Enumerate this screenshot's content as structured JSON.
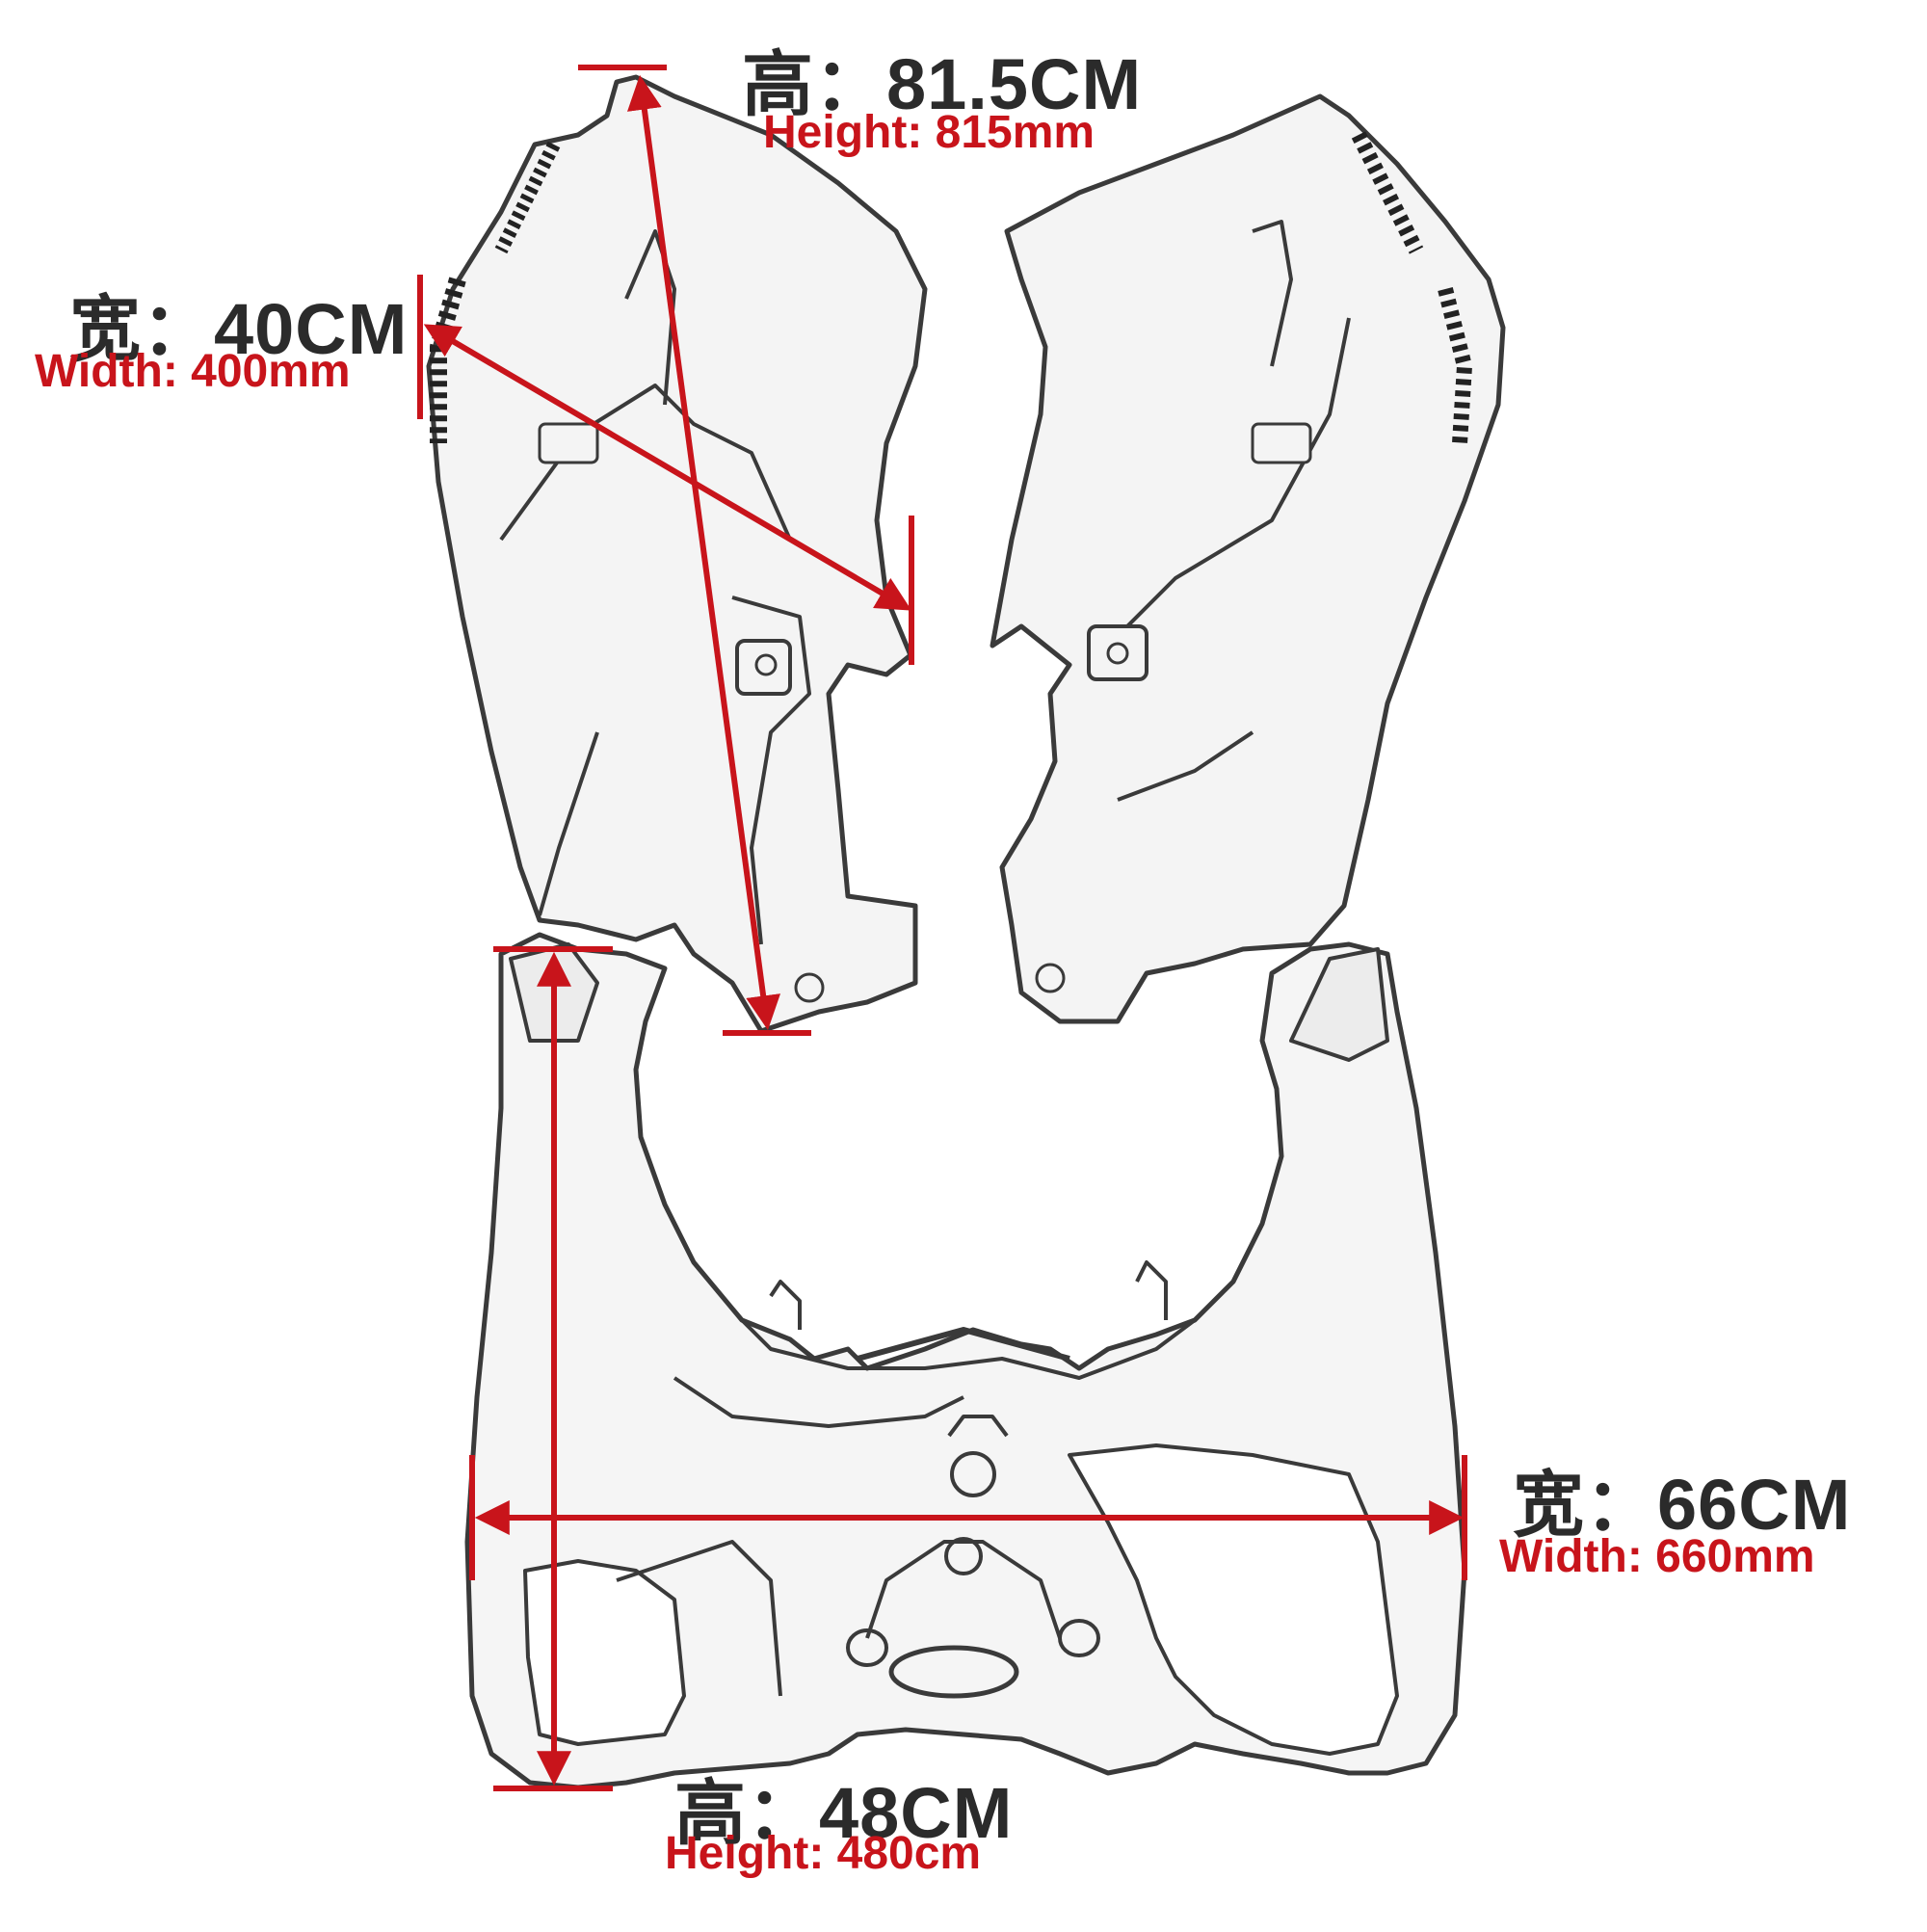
{
  "labels": {
    "top_height": {
      "cn": "高：81.5CM",
      "en": "Height: 815mm"
    },
    "left_width": {
      "cn": "宽：40CM",
      "en": "Width: 400mm"
    },
    "right_width": {
      "cn": "宽：66CM",
      "en": "Width: 660mm"
    },
    "bottom_height": {
      "cn": "高：48CM",
      "en": "Height: 480cm"
    }
  },
  "colors": {
    "dimension_line": "#c8141b",
    "outline": "#3a3a3a",
    "cn_text": "#2b2b2b",
    "en_text": "#c8141b"
  }
}
